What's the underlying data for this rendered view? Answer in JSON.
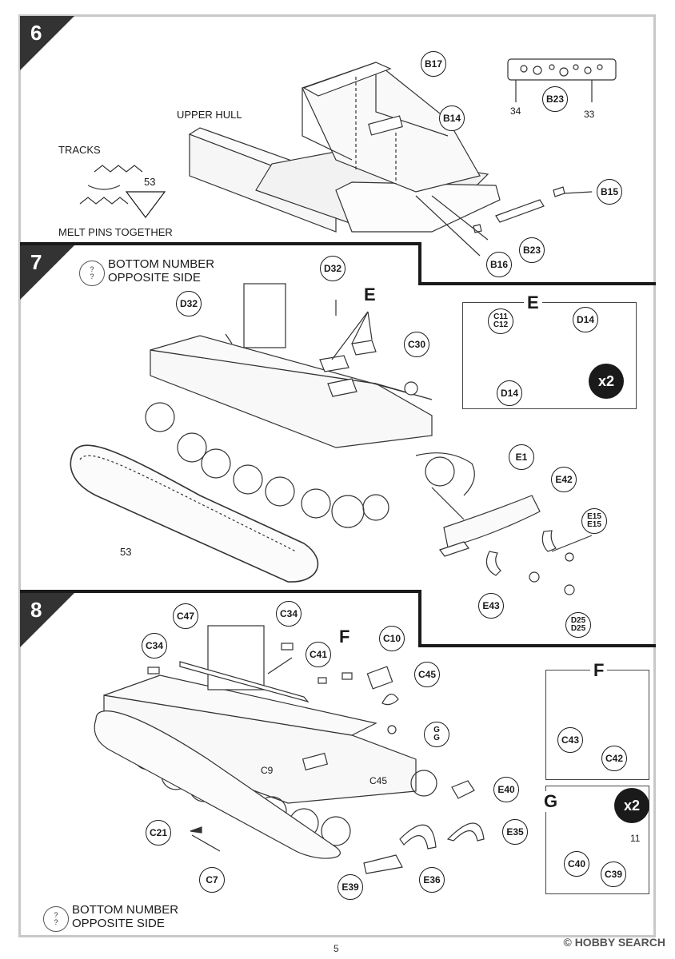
{
  "page": {
    "page_number": "5",
    "watermark": "HOBBY SEARCH",
    "watermark_brand_symbol": "copyright"
  },
  "step6": {
    "number": "6",
    "labels": {
      "upper_hull": "UPPER HULL",
      "tracks": "TRACKS",
      "melt_pins": "MELT PINS TOGETHER",
      "track_num": "53"
    },
    "callouts": [
      "B17",
      "B14",
      "B23",
      "B15",
      "B23",
      "B16"
    ],
    "plate_numbers": [
      "34",
      "33"
    ]
  },
  "step7": {
    "number": "7",
    "note": [
      "BOTTOM NUMBER",
      "OPPOSITE SIDE"
    ],
    "note_icon": [
      "?",
      "?"
    ],
    "sub_label": "E",
    "callouts": [
      "D32",
      "D32",
      "C30",
      "E1",
      "E42",
      "E43"
    ],
    "double_callouts": [
      [
        "E15",
        "E15"
      ],
      [
        "D25",
        "D25"
      ]
    ],
    "track_num": "53",
    "inset": {
      "label": "E",
      "callouts": [
        "D14",
        "D14"
      ],
      "double_callout": [
        "C11",
        "C12"
      ],
      "multiplier": "x2"
    }
  },
  "step8": {
    "number": "8",
    "sub_label": "F",
    "callouts": [
      "C47",
      "C34",
      "C34",
      "C41",
      "C10",
      "C45",
      "E40",
      "E35",
      "E36",
      "E39",
      "C21",
      "C7"
    ],
    "double_callout": [
      "G",
      "G"
    ],
    "text_labels": {
      "c9": "C9",
      "c45": "C45"
    },
    "inset_f": {
      "label": "F",
      "callouts": [
        "C43",
        "C42"
      ]
    },
    "inset_g": {
      "label": "G",
      "callouts": [
        "C40",
        "C39"
      ],
      "multiplier": "x2",
      "num": "11"
    },
    "note": [
      "BOTTOM NUMBER",
      "OPPOSITE SIDE"
    ],
    "note_icon": [
      "?",
      "?"
    ]
  }
}
